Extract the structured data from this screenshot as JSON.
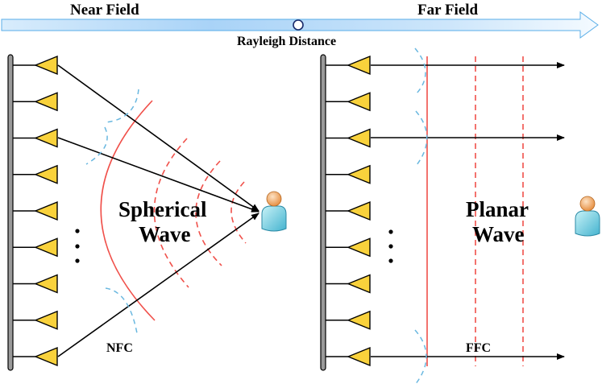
{
  "header": {
    "near_field_label": "Near Field",
    "far_field_label": "Far Field",
    "boundary_label": "Rayleigh Distance"
  },
  "left_panel": {
    "wave_label_line1": "Spherical",
    "wave_label_line2": "Wave",
    "channel_label": "NFC",
    "antenna_count_visible": 9,
    "ellipsis": "⋮",
    "user_icon": "user-icon"
  },
  "right_panel": {
    "wave_label_line1": "Planar",
    "wave_label_line2": "Wave",
    "channel_label": "FFC",
    "antenna_count_visible": 9,
    "ellipsis": "⋮",
    "user_icon": "user-icon"
  },
  "colors": {
    "axis_fill": "#bfe0fa",
    "axis_stroke": "#5aaee8",
    "wavefront": "#f0504a",
    "phase": "#6ab8e0",
    "antenna_fill": "#f9d23c",
    "array_bar": "#9a9a9a"
  }
}
